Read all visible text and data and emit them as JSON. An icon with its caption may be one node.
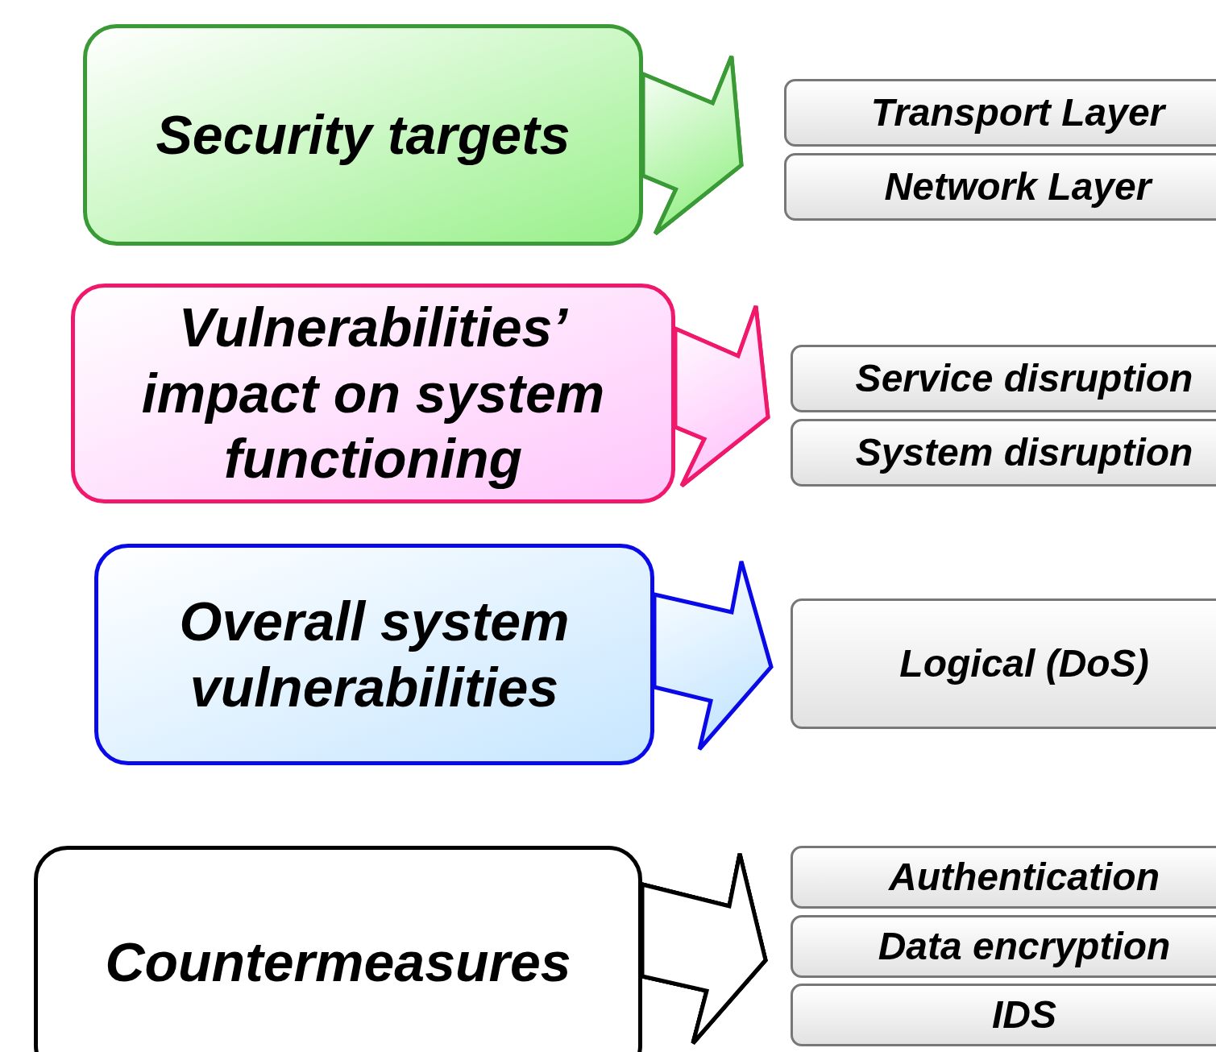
{
  "diagram": {
    "nodes": [
      {
        "text": [
          "Security targets"
        ]
      },
      {
        "text": [
          "Transport Layer"
        ]
      },
      {
        "text": [
          "Network Layer"
        ]
      },
      {
        "text": [
          "Vulnerabilities’ impact on system functioning"
        ]
      },
      {
        "text": [
          "Service disruption"
        ]
      },
      {
        "text": [
          "System disruption"
        ]
      },
      {
        "text": [
          "Overall system vulnerabilities"
        ]
      },
      {
        "text": [
          "Logical (DoS)"
        ]
      },
      {
        "text": [
          "Countermeasures"
        ]
      },
      {
        "text": [
          "Authentication"
        ]
      },
      {
        "text": [
          "Data encryption"
        ]
      },
      {
        "text": [
          "IDS"
        ]
      }
    ],
    "edges": [
      {
        "from": 0,
        "to": 1,
        "arrow": "to",
        "style": "thick",
        "color": "#3a9a35"
      },
      {
        "from": 0,
        "to": 2,
        "arrow": "to",
        "style": "thick",
        "color": "#3a9a35"
      },
      {
        "from": 3,
        "to": 4,
        "arrow": "to",
        "style": "thick",
        "color": "#f0186a"
      },
      {
        "from": 3,
        "to": 5,
        "arrow": "to",
        "style": "thick",
        "color": "#f0186a"
      },
      {
        "from": 6,
        "to": 7,
        "arrow": "to",
        "style": "thick",
        "color": "#0a0ae8"
      },
      {
        "from": 8,
        "to": 9,
        "arrow": "to",
        "style": "thick",
        "color": "#000000"
      },
      {
        "from": 8,
        "to": 10,
        "arrow": "to",
        "style": "thick",
        "color": "#000000"
      },
      {
        "from": 8,
        "to": 11,
        "arrow": "to",
        "style": "thick",
        "color": "#000000"
      }
    ]
  }
}
